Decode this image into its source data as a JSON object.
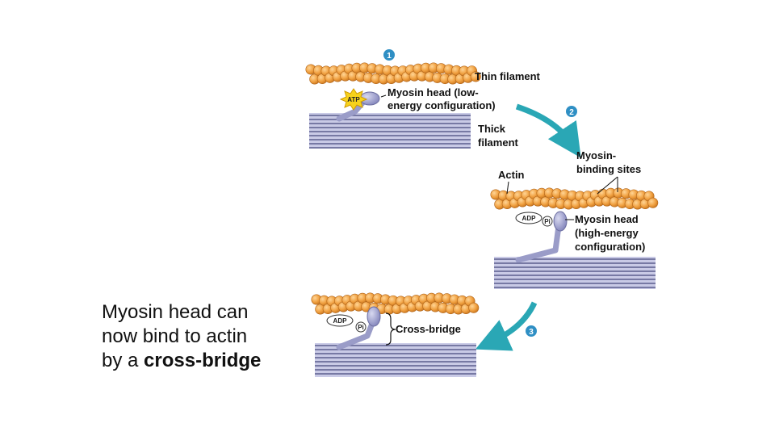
{
  "diagram": {
    "steps": [
      "1",
      "2",
      "3"
    ],
    "labels": {
      "thin_filament": "Thin filament",
      "myosin_head_low": [
        "Myosin head (low-",
        "energy configuration)"
      ],
      "thick_filament": [
        "Thick",
        "filament"
      ],
      "myosin_binding_sites": [
        "Myosin-",
        "binding sites"
      ],
      "actin": "Actin",
      "myosin_head_high": [
        "Myosin head",
        "(high-energy",
        "configuration)"
      ],
      "cross_bridge": "Cross-bridge"
    },
    "molecules": {
      "atp": "ATP",
      "adp": "ADP",
      "pi": "Pi"
    },
    "colors": {
      "actin": "#f0a040",
      "myosin": "#9a9cc8",
      "arrow": "#2aa7b5",
      "step_badge": "#2f8fc4"
    }
  },
  "caption": {
    "line1": "Myosin head can",
    "line2": "now bind to actin",
    "line3_prefix": "by a ",
    "line3_bold": "cross-bridge"
  }
}
